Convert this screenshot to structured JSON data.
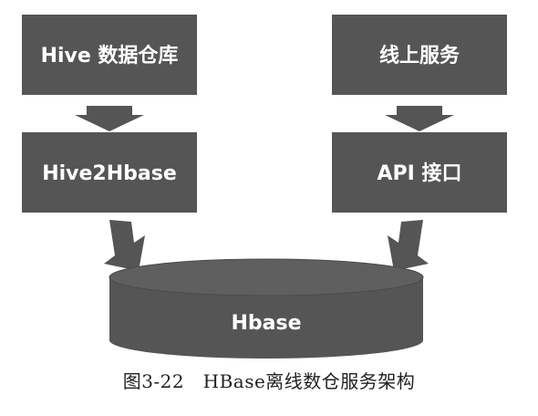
{
  "boxes": {
    "hive_warehouse": "Hive 数据仓库",
    "hive2hbase": "Hive2Hbase",
    "online_service": "线上服务",
    "api": "API 接口"
  },
  "storage": {
    "label": "Hbase"
  },
  "caption": "图3-22　HBase离线数仓服务架构",
  "colors": {
    "box_fill": "#555555",
    "cylinder_top": "#5f5f5f",
    "cylinder_body": "#555555",
    "text": "#ffffff"
  }
}
